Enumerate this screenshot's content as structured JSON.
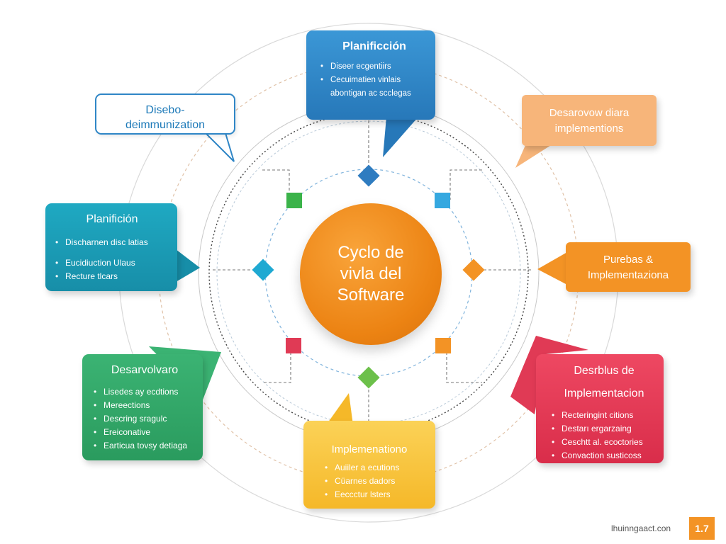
{
  "center": {
    "line1": "Cyclo de",
    "line2": "vivla del",
    "line3": "Software"
  },
  "boxes": {
    "plan_top": {
      "title": "Planificción",
      "items": [
        "Diseer ecgentiirs",
        "Cecuimatien vinlais",
        "abontigan ac scclegas"
      ]
    },
    "diseno": {
      "line1": "Disebo-",
      "line2": "deimmunization"
    },
    "desarr_top": {
      "line1": "Desarovow diara",
      "line2": "implementions"
    },
    "plan_left": {
      "title": "Planifición",
      "items": [
        "Discharnen disc latias",
        "Eucidiuction Ulaus",
        "Recture tlcars"
      ]
    },
    "pruebas": {
      "line1": "Purebas &",
      "line2": "Implementaziona"
    },
    "desarr_left": {
      "title": "Desarvolvaro",
      "items": [
        "Lisedes ay ecdtions",
        "Mereections",
        "Descring sragulc",
        "Ereiconative",
        "Earticua tovsy detiaga"
      ]
    },
    "desplieg": {
      "line1": "Desrblus de",
      "line2": "Implementacion",
      "items": [
        "Recteringint citions",
        "Destarı ergarzaing",
        "Ceschtt al. ecoctories",
        "Convaction susticoss"
      ]
    },
    "implement": {
      "title": "Implemenationo",
      "items": [
        "Auiiler a ecutions",
        "Cüarnes dadors",
        "Eeccctur lsters"
      ]
    }
  },
  "colors": {
    "blue": "#2f86c6",
    "teal": "#1fa9c2",
    "green": "#3bb373",
    "yellow": "#f5b829",
    "red": "#e03a55",
    "orange": "#f39325",
    "peach": "#f7b57a",
    "center": "#ec8313"
  },
  "footer": {
    "text": "lhuinngaact.con",
    "badge": "1.7"
  }
}
